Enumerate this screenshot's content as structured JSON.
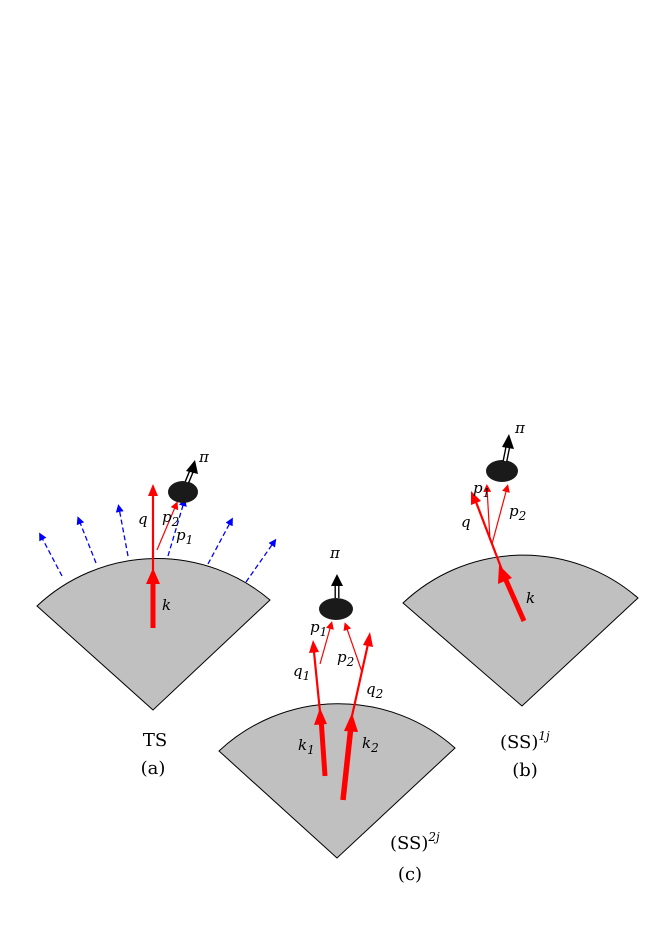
{
  "panel_a": {
    "title": "TS",
    "caption": "(a)",
    "labels": {
      "k": "k",
      "q": "q",
      "p1": "p",
      "p1_sub": "1",
      "p2": "p",
      "p2_sub": "2",
      "pi": "π"
    }
  },
  "panel_b": {
    "title": "(SS)",
    "title_sup": "1j",
    "caption": "(b)",
    "labels": {
      "k": "k",
      "q": "q",
      "p1": "p",
      "p1_sub": "1",
      "p2": "p",
      "p2_sub": "2",
      "pi": "π"
    }
  },
  "panel_c": {
    "title": "(SS)",
    "title_sup": "2j",
    "caption": "(c)",
    "labels": {
      "k1": "k",
      "k1_sub": "1",
      "k2": "k",
      "k2_sub": "2",
      "q1": "q",
      "q1_sub": "1",
      "q2": "q",
      "q2_sub": "2",
      "p1": "p",
      "p1_sub": "1",
      "p2": "p",
      "p2_sub": "2",
      "pi": "π"
    }
  },
  "colors": {
    "nucleus": "#c0c0c0",
    "parton": "#ff0000",
    "radiation": "#0000ff",
    "blob": "#1a1a1a",
    "outline": "#000000"
  }
}
